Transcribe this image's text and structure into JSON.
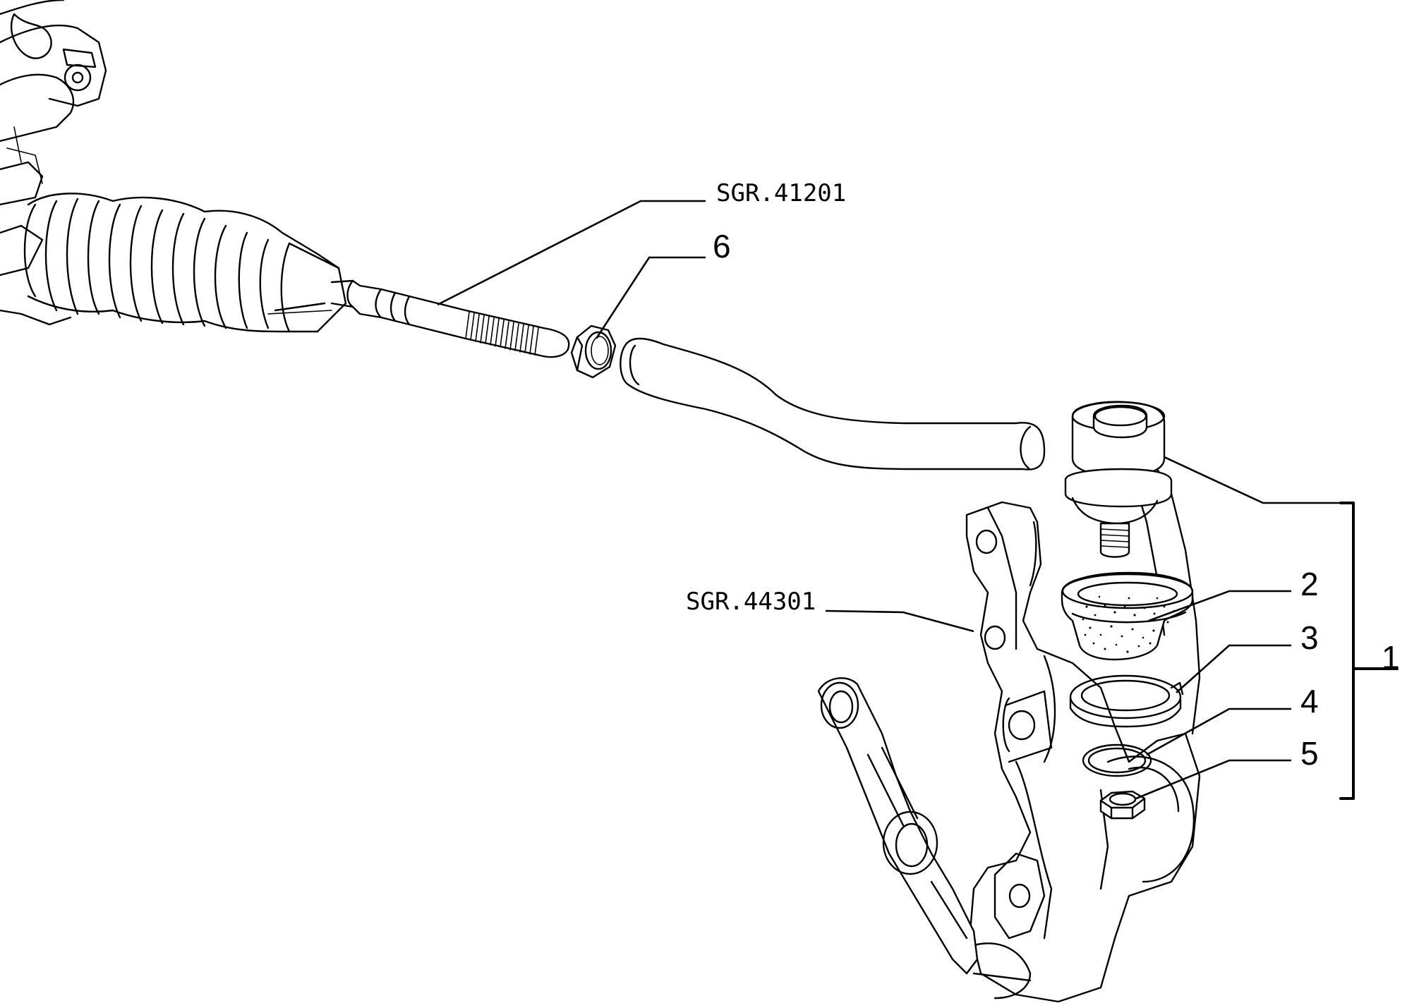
{
  "labels": {
    "ref_tie_rod": "SGR.41201",
    "ref_knuckle": "SGR.44301",
    "item_1": "1",
    "item_2": "2",
    "item_3": "3",
    "item_4": "4",
    "item_5": "5",
    "item_6": "6"
  },
  "colors": {
    "line": "#000000",
    "background": "#ffffff"
  }
}
